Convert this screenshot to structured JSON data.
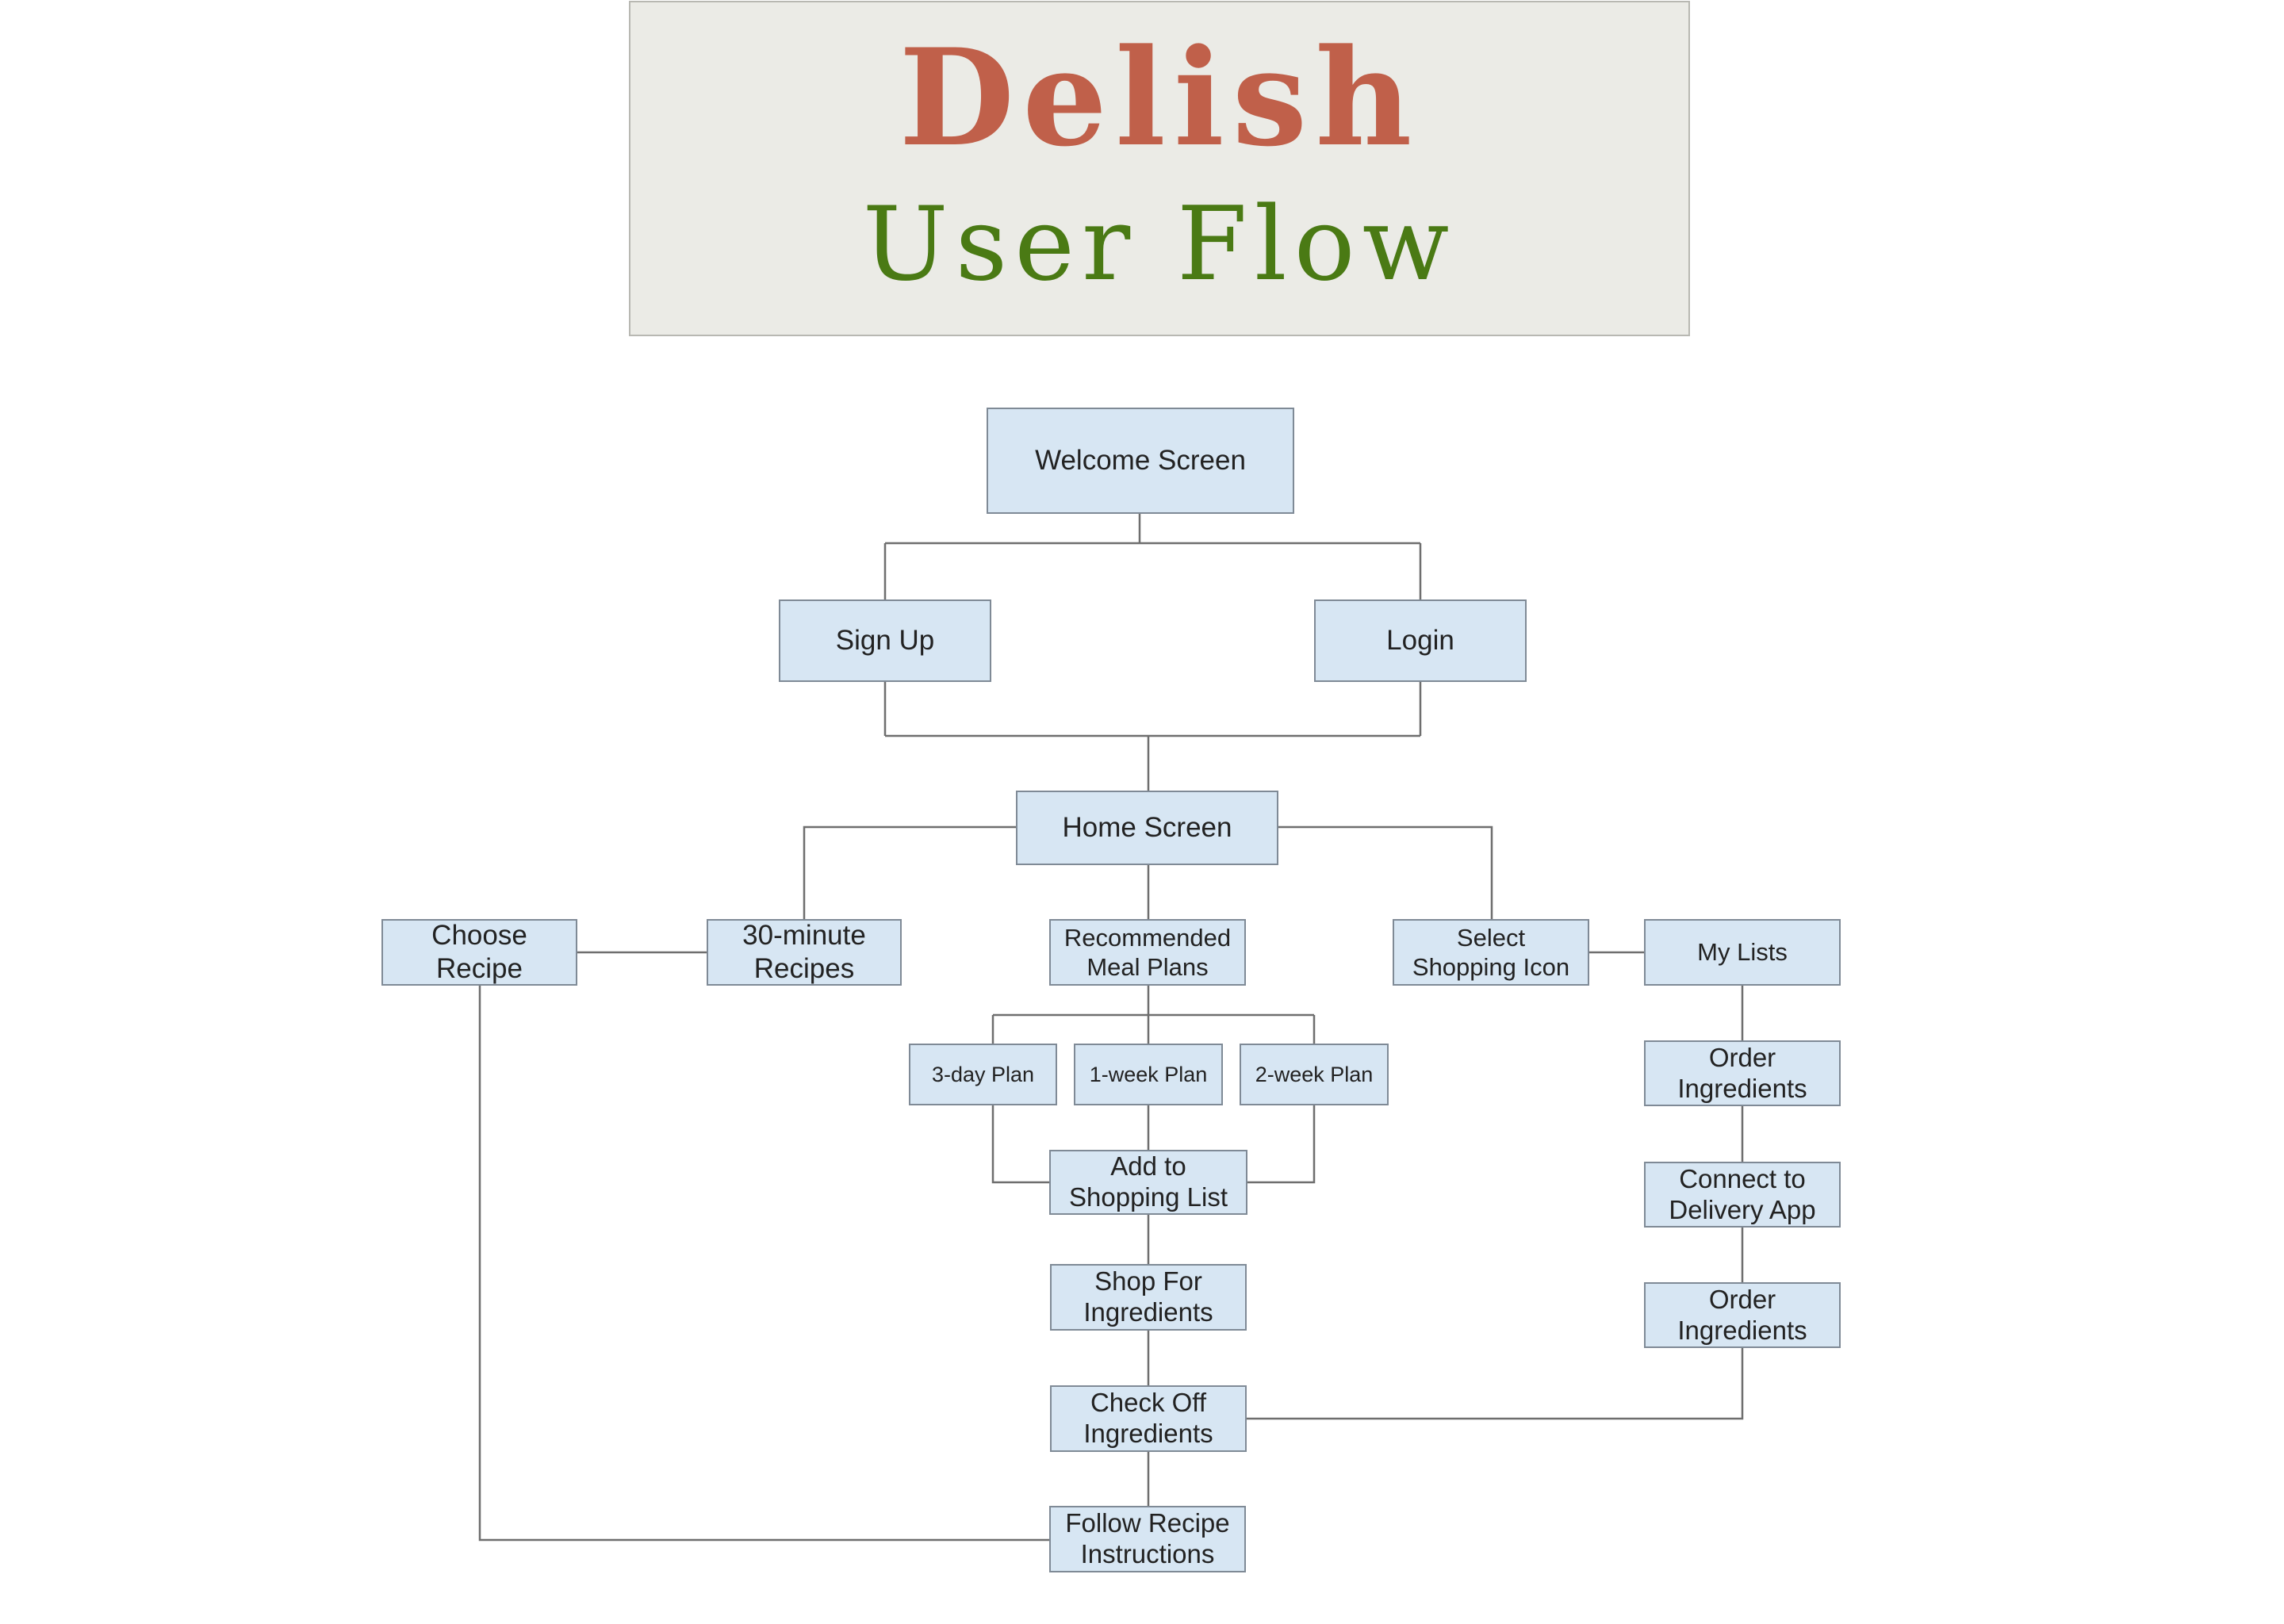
{
  "title": {
    "main": "Delish",
    "sub": "User Flow",
    "main_color": "#c0604a",
    "sub_color": "#4a7a14"
  },
  "nodes": {
    "welcome": "Welcome Screen",
    "sign_up": "Sign Up",
    "login": "Login",
    "home": "Home Screen",
    "choose_recipe": "Choose\nRecipe",
    "thirty_minute_recipes": "30-minute\nRecipes",
    "recommended_meal_plans": "Recommended\nMeal Plans",
    "select_shopping_icon": "Select\nShopping Icon",
    "my_lists": "My Lists",
    "three_day_plan": "3-day Plan",
    "one_week_plan": "1-week Plan",
    "two_week_plan": "2-week Plan",
    "add_to_shopping_list": "Add to\nShopping List",
    "shop_for_ingredients": "Shop For\nIngredients",
    "check_off_ingredients": "Check Off\nIngredients",
    "follow_recipe_instructions": "Follow Recipe\nInstructions",
    "order_ingredients_1": "Order\nIngredients",
    "connect_to_delivery_app": "Connect to\nDelivery App",
    "order_ingredients_2": "Order\nIngredients"
  }
}
